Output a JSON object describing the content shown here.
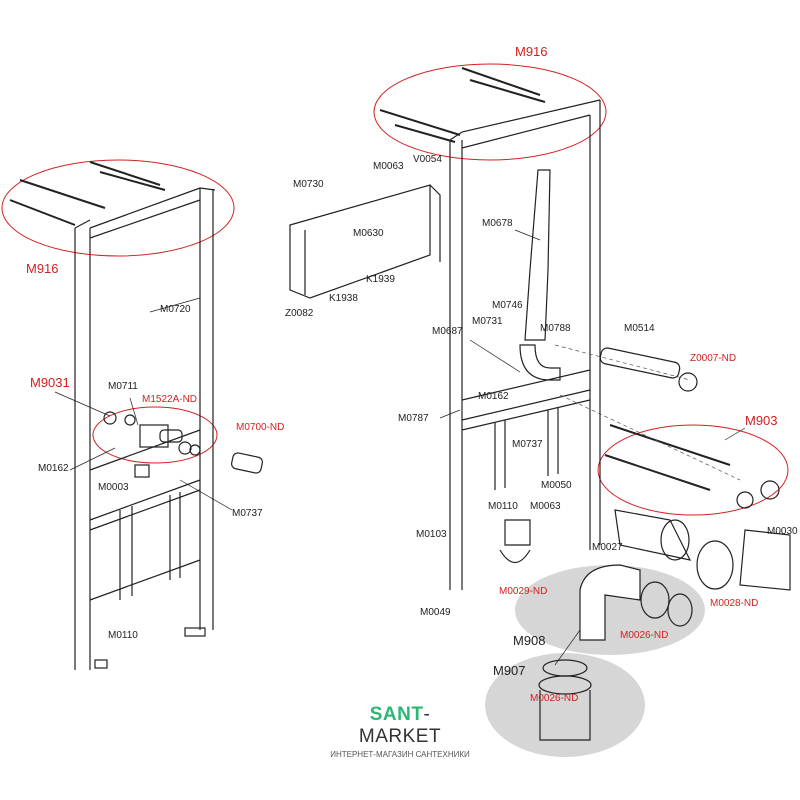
{
  "labels": [
    {
      "text": "M916",
      "red": true,
      "big": true
    },
    {
      "text": "M0720"
    },
    {
      "text": "M9031",
      "red": true,
      "big": true
    },
    {
      "text": "M0711"
    },
    {
      "text": "M1522A-ND",
      "red": true
    },
    {
      "text": "M0700-ND",
      "red": true
    },
    {
      "text": "M0162"
    },
    {
      "text": "M0003"
    },
    {
      "text": "M0737"
    },
    {
      "text": "M0110"
    },
    {
      "text": "M0730"
    },
    {
      "text": "M0063"
    },
    {
      "text": "V0054"
    },
    {
      "text": "M0630"
    },
    {
      "text": "K1939"
    },
    {
      "text": "K1938"
    },
    {
      "text": "Z0082"
    },
    {
      "text": "M916",
      "red": true,
      "big": true
    },
    {
      "text": "M0678"
    },
    {
      "text": "M0746"
    },
    {
      "text": "M0731"
    },
    {
      "text": "M0788"
    },
    {
      "text": "M0687"
    },
    {
      "text": "M0514"
    },
    {
      "text": "Z0007-ND",
      "red": true
    },
    {
      "text": "M0162"
    },
    {
      "text": "M0787"
    },
    {
      "text": "M0737"
    },
    {
      "text": "M903",
      "red": true,
      "big": true
    },
    {
      "text": "M0050"
    },
    {
      "text": "M0110"
    },
    {
      "text": "M0063"
    },
    {
      "text": "M0103"
    },
    {
      "text": "M0027"
    },
    {
      "text": "M0030"
    },
    {
      "text": "M0029-ND",
      "red": true
    },
    {
      "text": "M0028-ND",
      "red": true
    },
    {
      "text": "M0026-ND",
      "red": true
    },
    {
      "text": "M908",
      "big": true
    },
    {
      "text": "M0049"
    },
    {
      "text": "M907",
      "big": true
    },
    {
      "text": "M0026-ND",
      "red": true
    }
  ],
  "logo": {
    "part1": "SANT",
    "part2": "-MARKET",
    "tagline": "ИНТЕРНЕТ-МАГАЗИН САНТЕХНИКИ"
  },
  "colors": {
    "highlight": "#d42020",
    "line": "#222222",
    "shade": "#d4d4d4",
    "brand": "#2bb673"
  }
}
